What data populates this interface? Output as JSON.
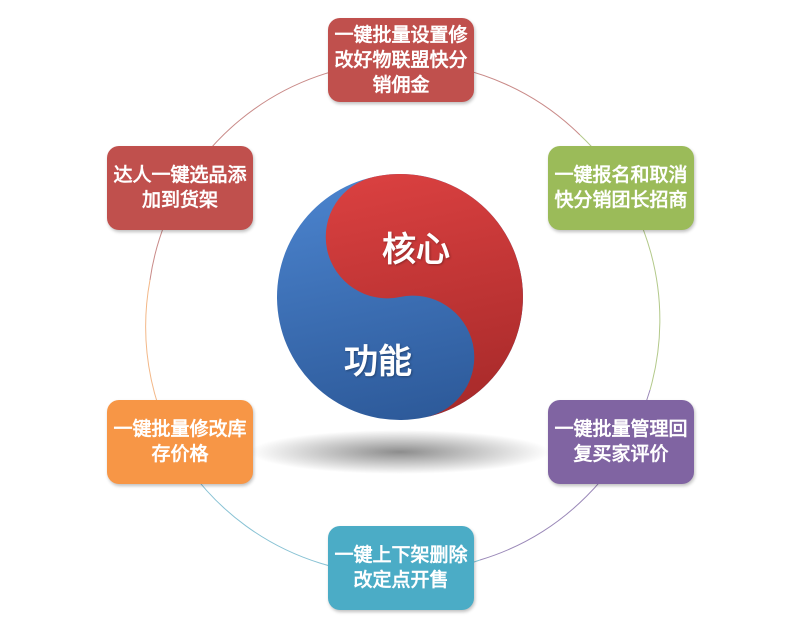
{
  "center": {
    "line1": "核心",
    "line2": "功能",
    "colors": {
      "red": "#c83a3a",
      "blue": "#3a6fb8"
    }
  },
  "items": [
    {
      "text": "一键批量设置修改好物联盟快分销佣金",
      "color": "#c0504d"
    },
    {
      "text": "一键报名和取消快分销团长招商",
      "color": "#9bbb59"
    },
    {
      "text": "一键批量管理回复买家评价",
      "color": "#8064a2"
    },
    {
      "text": "一键上下架删除改定点开售",
      "color": "#4bacc6"
    },
    {
      "text": "一键批量修改库存价格",
      "color": "#f79646"
    },
    {
      "text": "达人一键选品添加到货架",
      "color": "#c0504d"
    }
  ]
}
